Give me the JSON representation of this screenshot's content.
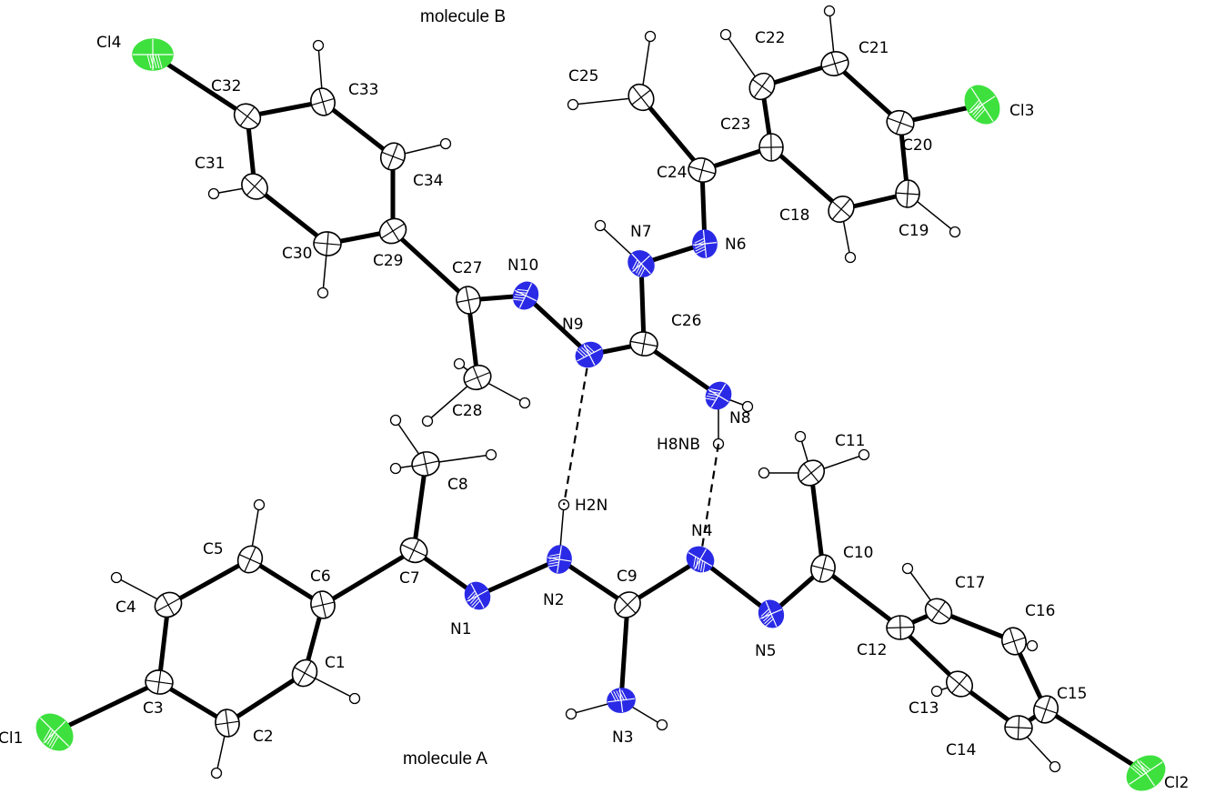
{
  "titles": {
    "molecule_b": "molecule B",
    "molecule_a": "molecule A"
  },
  "colors": {
    "carbon": "#ffffff",
    "nitrogen": "#2a2ae6",
    "chlorine": "#3ee03e",
    "bond": "#000000"
  },
  "atoms": [
    {
      "id": "Cl4",
      "element": "Cl"
    },
    {
      "id": "C32",
      "element": "C"
    },
    {
      "id": "C33",
      "element": "C"
    },
    {
      "id": "C34",
      "element": "C"
    },
    {
      "id": "C29",
      "element": "C"
    },
    {
      "id": "C30",
      "element": "C"
    },
    {
      "id": "C31",
      "element": "C"
    },
    {
      "id": "C27",
      "element": "C"
    },
    {
      "id": "N10",
      "element": "N"
    },
    {
      "id": "N9",
      "element": "N"
    },
    {
      "id": "C26",
      "element": "C"
    },
    {
      "id": "N7",
      "element": "N"
    },
    {
      "id": "N6",
      "element": "N"
    },
    {
      "id": "N8",
      "element": "N"
    },
    {
      "id": "C28",
      "element": "C"
    },
    {
      "id": "C24",
      "element": "C"
    },
    {
      "id": "C25",
      "element": "C"
    },
    {
      "id": "C23",
      "element": "C"
    },
    {
      "id": "C22",
      "element": "C"
    },
    {
      "id": "C21",
      "element": "C"
    },
    {
      "id": "C20",
      "element": "C"
    },
    {
      "id": "Cl3",
      "element": "Cl"
    },
    {
      "id": "C19",
      "element": "C"
    },
    {
      "id": "C18",
      "element": "C"
    },
    {
      "id": "C8",
      "element": "C"
    },
    {
      "id": "C7",
      "element": "C"
    },
    {
      "id": "N1",
      "element": "N"
    },
    {
      "id": "N2",
      "element": "N"
    },
    {
      "id": "C9",
      "element": "C"
    },
    {
      "id": "N3",
      "element": "N"
    },
    {
      "id": "N4",
      "element": "N"
    },
    {
      "id": "N5",
      "element": "N"
    },
    {
      "id": "C10",
      "element": "C"
    },
    {
      "id": "C11",
      "element": "C"
    },
    {
      "id": "C12",
      "element": "C"
    },
    {
      "id": "C17",
      "element": "C"
    },
    {
      "id": "C16",
      "element": "C"
    },
    {
      "id": "C15",
      "element": "C"
    },
    {
      "id": "Cl2",
      "element": "Cl"
    },
    {
      "id": "C14",
      "element": "C"
    },
    {
      "id": "C13",
      "element": "C"
    },
    {
      "id": "C6",
      "element": "C"
    },
    {
      "id": "C5",
      "element": "C"
    },
    {
      "id": "C4",
      "element": "C"
    },
    {
      "id": "C3",
      "element": "C"
    },
    {
      "id": "Cl1",
      "element": "Cl"
    },
    {
      "id": "C2",
      "element": "C"
    },
    {
      "id": "C1",
      "element": "C"
    }
  ],
  "hydrogen_labels": [
    {
      "id": "H2N",
      "label": "H2N"
    },
    {
      "id": "H8NB",
      "label": "H8NB"
    }
  ],
  "bonds": [
    [
      "Cl4",
      "C32"
    ],
    [
      "C32",
      "C33"
    ],
    [
      "C33",
      "C34"
    ],
    [
      "C34",
      "C29"
    ],
    [
      "C29",
      "C30"
    ],
    [
      "C30",
      "C31"
    ],
    [
      "C31",
      "C32"
    ],
    [
      "C29",
      "C27"
    ],
    [
      "C27",
      "N10"
    ],
    [
      "C27",
      "C28"
    ],
    [
      "N10",
      "N9"
    ],
    [
      "N9",
      "C26"
    ],
    [
      "C26",
      "N7"
    ],
    [
      "C26",
      "N8"
    ],
    [
      "N7",
      "N6"
    ],
    [
      "N6",
      "C24"
    ],
    [
      "C24",
      "C25"
    ],
    [
      "C24",
      "C23"
    ],
    [
      "C23",
      "C22"
    ],
    [
      "C22",
      "C21"
    ],
    [
      "C21",
      "C20"
    ],
    [
      "C20",
      "Cl3"
    ],
    [
      "C20",
      "C19"
    ],
    [
      "C19",
      "C18"
    ],
    [
      "C18",
      "C23"
    ],
    [
      "C8",
      "C7"
    ],
    [
      "C7",
      "N1"
    ],
    [
      "C7",
      "C6"
    ],
    [
      "N1",
      "N2"
    ],
    [
      "N2",
      "C9"
    ],
    [
      "C9",
      "N3"
    ],
    [
      "C9",
      "N4"
    ],
    [
      "N4",
      "N5"
    ],
    [
      "N5",
      "C10"
    ],
    [
      "C10",
      "C11"
    ],
    [
      "C10",
      "C12"
    ],
    [
      "C12",
      "C17"
    ],
    [
      "C17",
      "C16"
    ],
    [
      "C16",
      "C15"
    ],
    [
      "C15",
      "Cl2"
    ],
    [
      "C15",
      "C14"
    ],
    [
      "C14",
      "C13"
    ],
    [
      "C13",
      "C12"
    ],
    [
      "C6",
      "C5"
    ],
    [
      "C5",
      "C4"
    ],
    [
      "C4",
      "C3"
    ],
    [
      "C3",
      "Cl1"
    ],
    [
      "C3",
      "C2"
    ],
    [
      "C2",
      "C1"
    ],
    [
      "C1",
      "C6"
    ]
  ],
  "hydrogen_bonds": [
    [
      "N9",
      "H2N"
    ],
    [
      "H8NB",
      "N4"
    ]
  ]
}
